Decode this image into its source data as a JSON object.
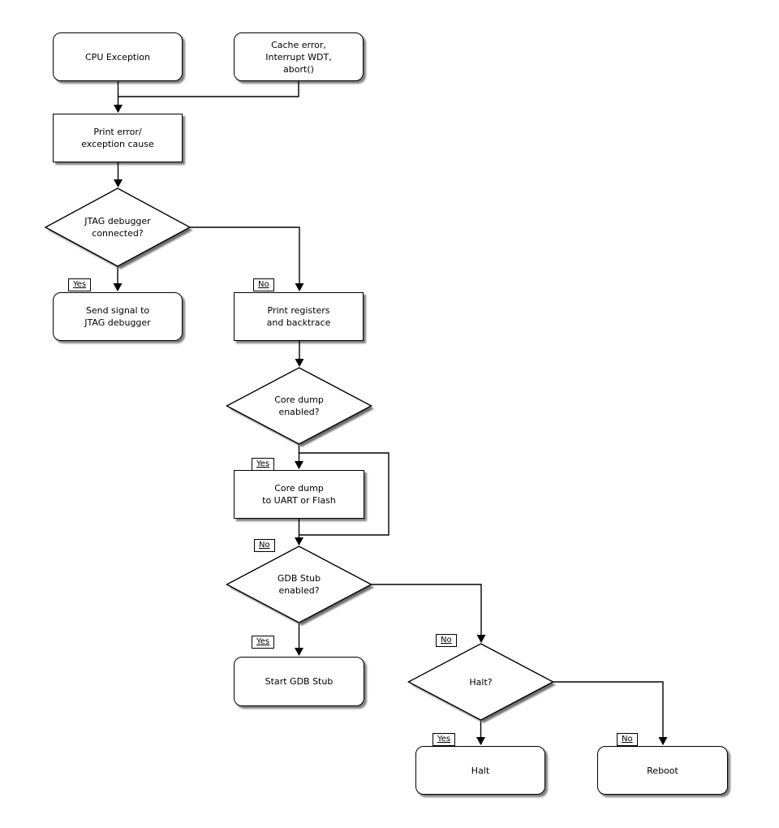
{
  "diagram": {
    "kind": "flowchart",
    "background_color": "#ffffff",
    "line_color": "#000000",
    "node_fill_color": "#ffffff",
    "shadow_color": "#808080",
    "text_color": "#000000"
  },
  "nodes": {
    "cpu_exception": {
      "shape": "rounded",
      "label": "CPU Exception"
    },
    "cache_error": {
      "shape": "rounded",
      "label": "Cache error,\nInterrupt WDT,\nabort()"
    },
    "print_error": {
      "shape": "process",
      "label": "Print error/\nexception cause"
    },
    "jtag_connected": {
      "shape": "decision",
      "label": "JTAG debugger\nconnected?"
    },
    "send_signal": {
      "shape": "rounded",
      "label": "Send signal to\nJTAG debugger"
    },
    "print_registers": {
      "shape": "process",
      "label": "Print registers\nand backtrace"
    },
    "core_dump_enabled": {
      "shape": "decision",
      "label": "Core dump\nenabled?"
    },
    "core_dump": {
      "shape": "process",
      "label": "Core dump\nto UART or Flash"
    },
    "gdb_stub_enabled": {
      "shape": "decision",
      "label": "GDB Stub\nenabled?"
    },
    "start_gdb_stub": {
      "shape": "rounded",
      "label": "Start GDB Stub"
    },
    "halt_question": {
      "shape": "decision",
      "label": "Halt?"
    },
    "halt": {
      "shape": "rounded",
      "label": "Halt"
    },
    "reboot": {
      "shape": "rounded",
      "label": "Reboot"
    }
  },
  "edge_labels": {
    "jtag_yes": "Yes",
    "jtag_no": "No",
    "core_dump_yes": "Yes",
    "core_dump_no": "No",
    "gdb_yes": "Yes",
    "gdb_no": "No",
    "halt_yes": "Yes",
    "halt_no": "No"
  },
  "edges": [
    {
      "from": "cpu_exception",
      "to": "print_error"
    },
    {
      "from": "cache_error",
      "to": "print_error"
    },
    {
      "from": "print_error",
      "to": "jtag_connected"
    },
    {
      "from": "jtag_connected",
      "to": "send_signal",
      "label": "Yes"
    },
    {
      "from": "jtag_connected",
      "to": "print_registers",
      "label": "No"
    },
    {
      "from": "print_registers",
      "to": "core_dump_enabled"
    },
    {
      "from": "core_dump_enabled",
      "to": "core_dump",
      "label": "Yes"
    },
    {
      "from": "core_dump_enabled",
      "to": "gdb_stub_enabled",
      "label": "No"
    },
    {
      "from": "core_dump",
      "to": "gdb_stub_enabled"
    },
    {
      "from": "gdb_stub_enabled",
      "to": "start_gdb_stub",
      "label": "Yes"
    },
    {
      "from": "gdb_stub_enabled",
      "to": "halt_question",
      "label": "No"
    },
    {
      "from": "halt_question",
      "to": "halt",
      "label": "Yes"
    },
    {
      "from": "halt_question",
      "to": "reboot",
      "label": "No"
    }
  ]
}
